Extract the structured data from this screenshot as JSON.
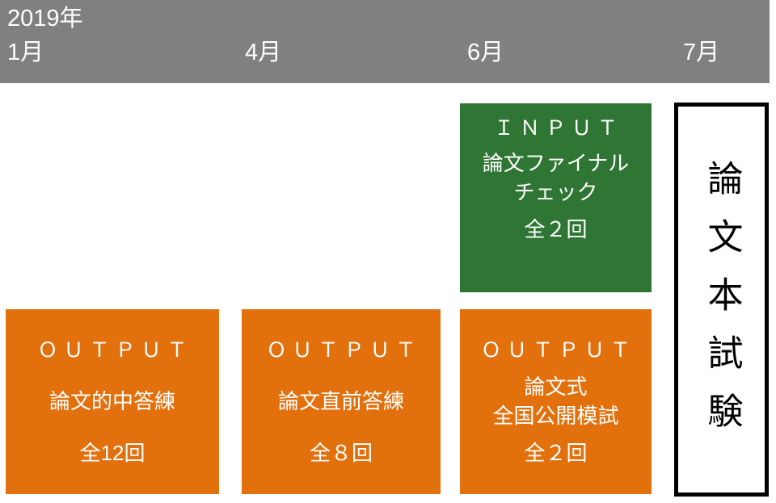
{
  "header": {
    "year": "2019年",
    "months": [
      "1月",
      "4月",
      "6月",
      "7月"
    ],
    "background_color": "#808080",
    "text_color": "#ffffff"
  },
  "blocks": {
    "input": {
      "kind": "ＩＮＰＵＴ",
      "lines": [
        "論文ファイナル",
        "チェック"
      ],
      "count": "全２回",
      "color": "#2f7533"
    },
    "outputs": [
      {
        "kind": "ＯＵＴＰＵＴ",
        "lines": [
          "論文的中答練"
        ],
        "count": "全12回",
        "color": "#e2700c"
      },
      {
        "kind": "ＯＵＴＰＵＴ",
        "lines": [
          "論文直前答練"
        ],
        "count": "全８回",
        "color": "#e2700c"
      },
      {
        "kind": "ＯＵＴＰＵＴ",
        "lines": [
          "論文式",
          "全国公開模試"
        ],
        "count": "全２回",
        "color": "#e2700c"
      }
    ]
  },
  "exam": {
    "label": "論文本試験",
    "border_color": "#000000",
    "text_color": "#000000",
    "background_color": "#ffffff"
  }
}
